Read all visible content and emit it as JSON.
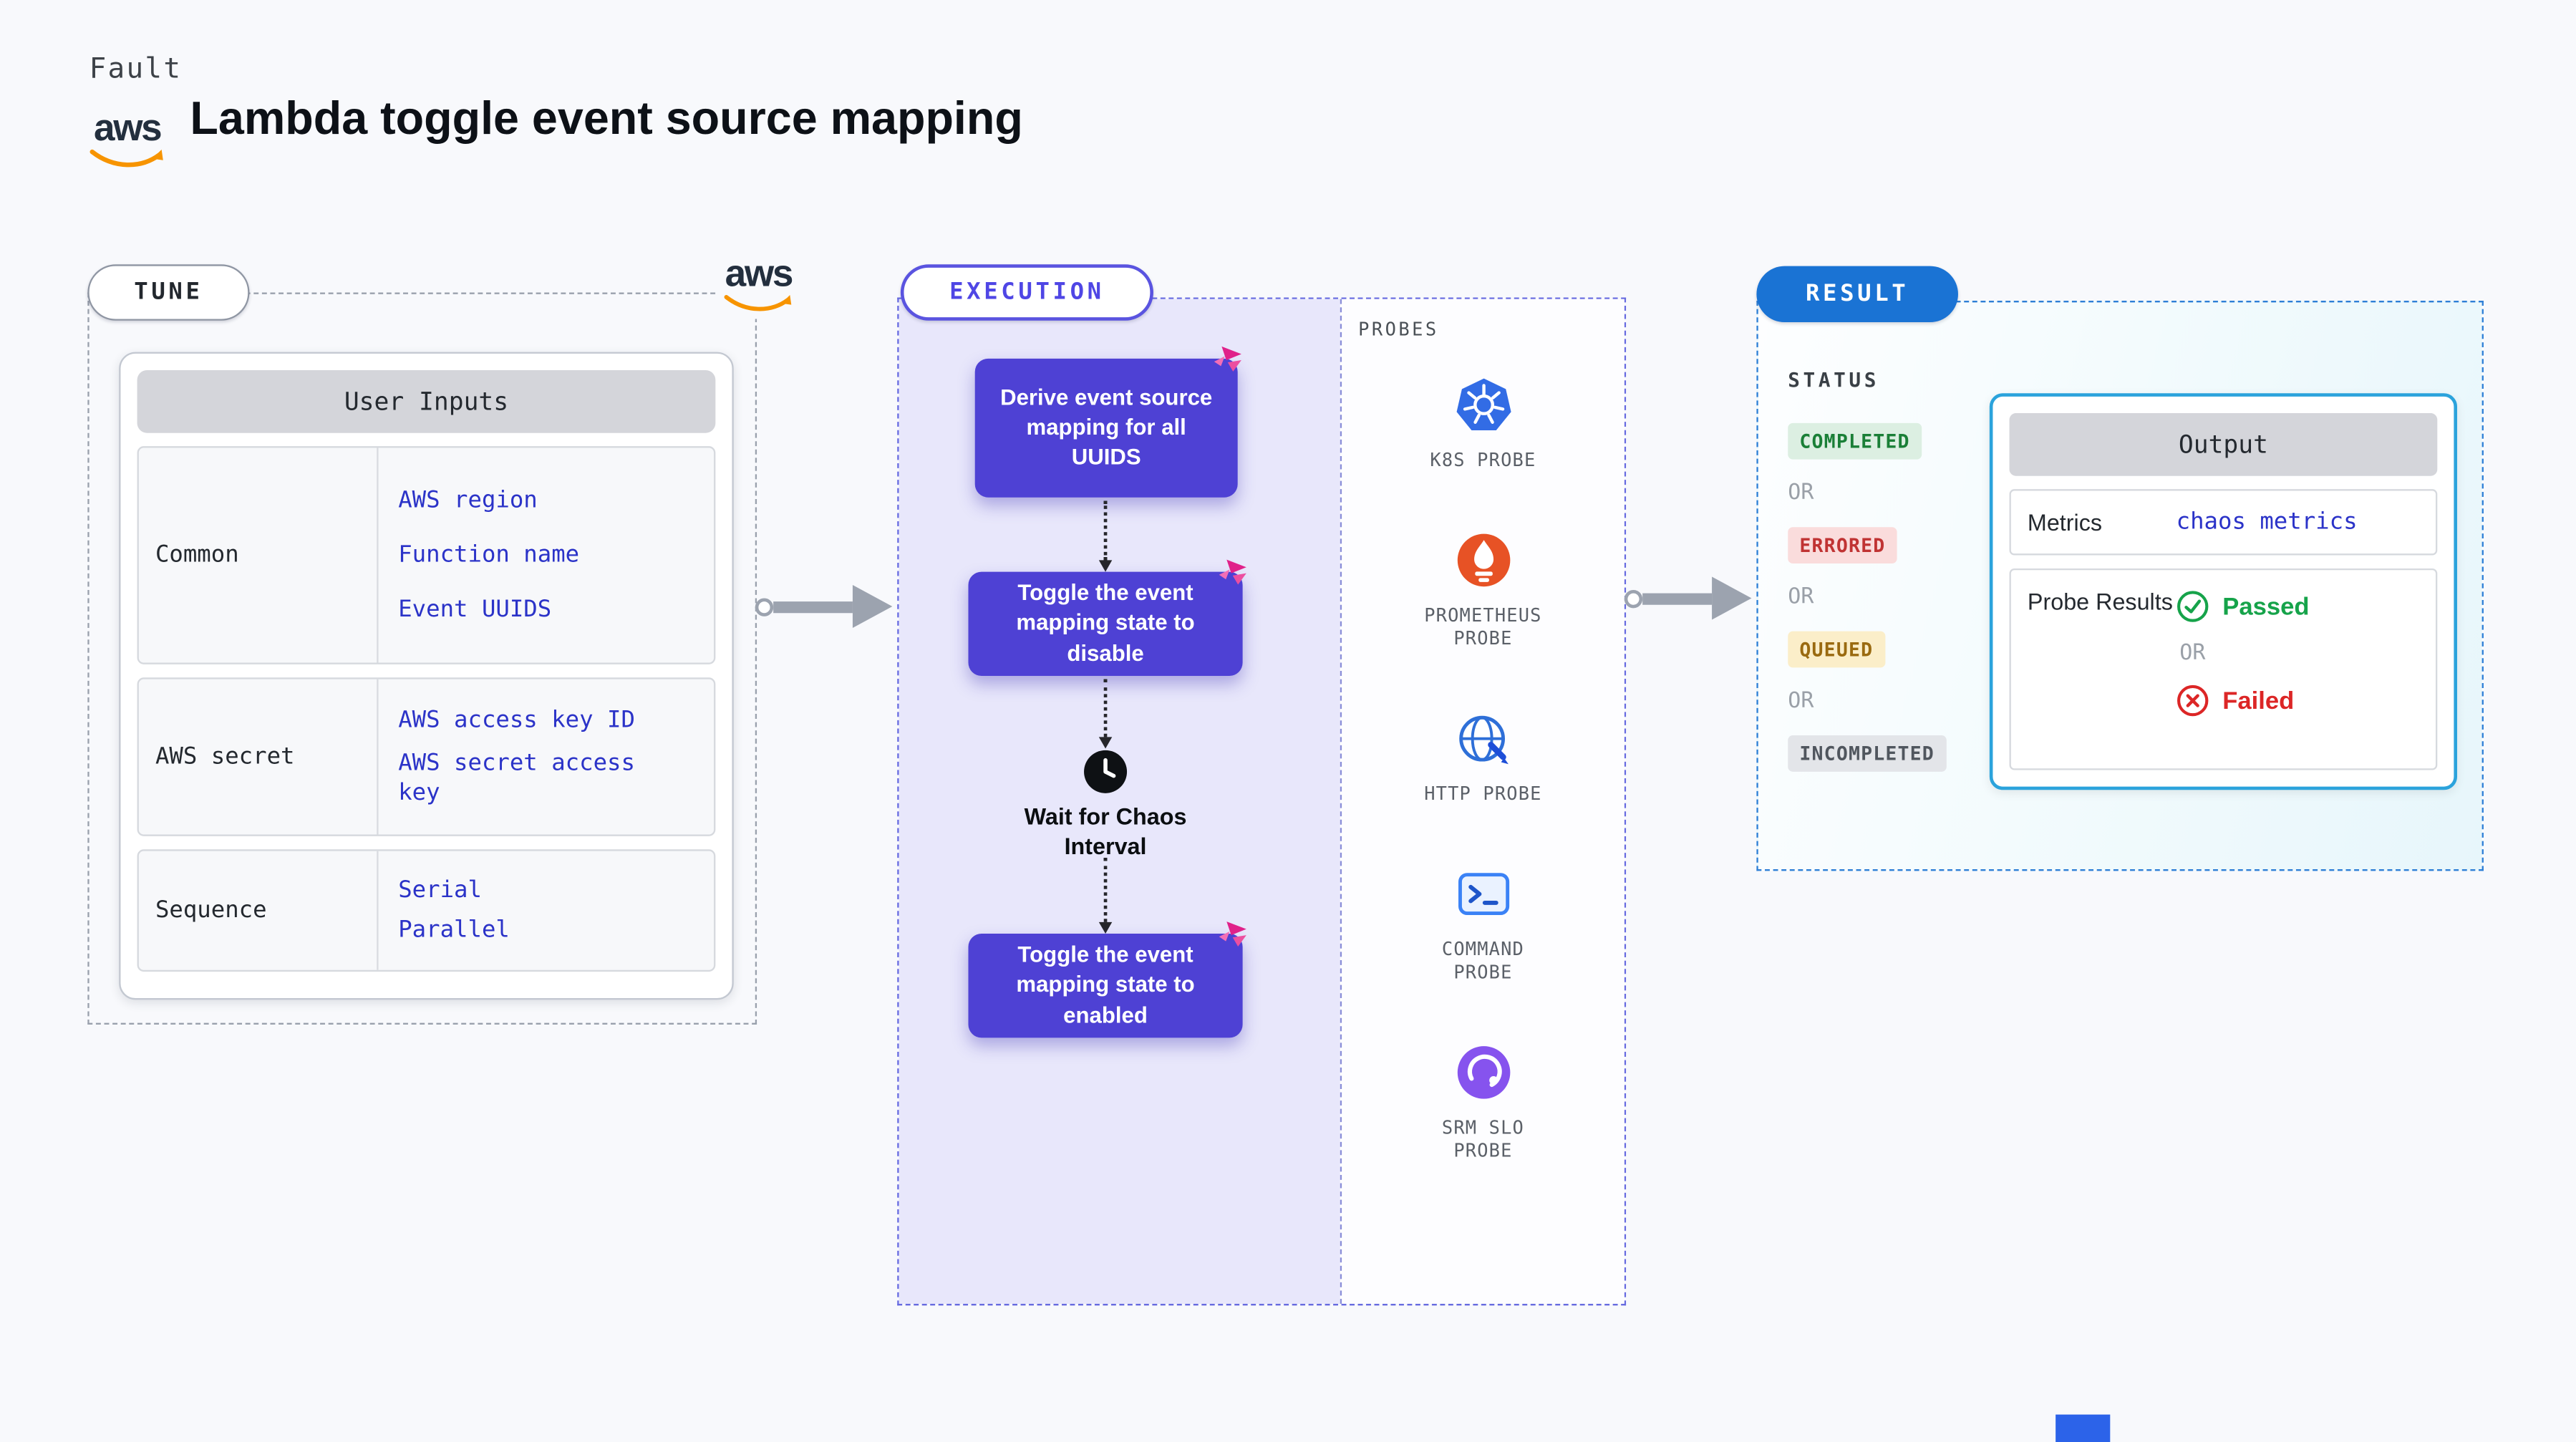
{
  "page": {
    "kicker": "Fault",
    "title": "Lambda toggle event source mapping",
    "aws_logo_text": "aws"
  },
  "tune": {
    "label": "TUNE",
    "table": {
      "header": "User Inputs",
      "rows": [
        {
          "label": "Common",
          "values": [
            "AWS region",
            "Function name",
            "Event UUIDS"
          ]
        },
        {
          "label": "AWS secret",
          "values": [
            "AWS access key ID",
            "AWS secret access key"
          ]
        },
        {
          "label": "Sequence",
          "values": [
            "Serial",
            "Parallel"
          ]
        }
      ]
    }
  },
  "execution": {
    "label": "EXECUTION",
    "steps": [
      "Derive event source mapping for all UUIDS",
      "Toggle the event mapping state to disable",
      "Toggle the event mapping state to enabled"
    ],
    "wait_label": "Wait for Chaos Interval"
  },
  "probes": {
    "label": "PROBES",
    "items": [
      {
        "name": "K8S PROBE",
        "icon": "kubernetes-helm"
      },
      {
        "name": "PROMETHEUS PROBE",
        "icon": "prometheus-flame"
      },
      {
        "name": "HTTP PROBE",
        "icon": "globe-pencil"
      },
      {
        "name": "COMMAND PROBE",
        "icon": "terminal"
      },
      {
        "name": "SRM SLO PROBE",
        "icon": "gauge-circle"
      }
    ]
  },
  "result": {
    "label": "RESULT",
    "status_label": "STATUS",
    "or_label": "OR",
    "statuses": [
      {
        "text": "COMPLETED",
        "type": "success"
      },
      {
        "text": "ERRORED",
        "type": "error"
      },
      {
        "text": "QUEUED",
        "type": "warning"
      },
      {
        "text": "INCOMPLETED",
        "type": "neutral"
      }
    ],
    "output": {
      "header": "Output",
      "metrics_label": "Metrics",
      "metrics_value": "chaos metrics",
      "probe_results_label": "Probe Results",
      "passed_label": "Passed",
      "failed_label": "Failed"
    }
  },
  "colors": {
    "background": "#f8f9fc",
    "flow_box": "#4e41d4",
    "execution_accent": "#4f46e5",
    "execution_bg": "#e8e7fb",
    "chaos_pink": "#e0218a",
    "result_blue": "#1a73d4",
    "output_border": "#2ba3dc",
    "link_blue": "#2b33c8",
    "aws_orange": "#f79400",
    "status_completed": "#1a7f37",
    "status_errored": "#c03333",
    "status_queued": "#9a6a10",
    "status_incompleted": "#50565e",
    "passed_green": "#16a34a",
    "failed_red": "#dc2626"
  }
}
